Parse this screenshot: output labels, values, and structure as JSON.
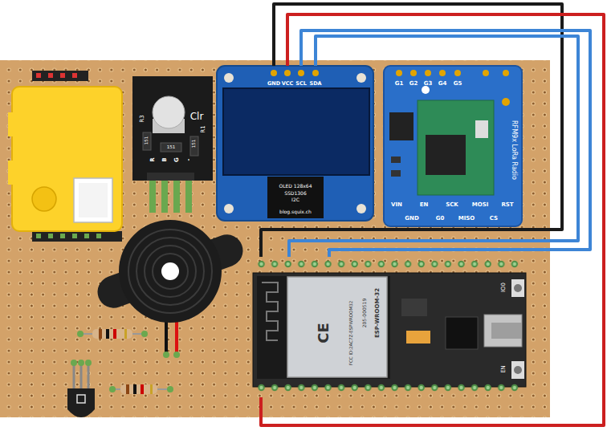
{
  "diagram": {
    "nodes": [
      {
        "text": [
          "Clr",
          "R3",
          "151",
          "R1",
          "151",
          "151",
          "R",
          "B",
          "G",
          "-"
        ]
      },
      {
        "text": [
          "GND",
          "VCC",
          "SCL",
          "SDA",
          "OLED 128x64",
          "SSD1306",
          "I2C",
          "blog.squix.ch"
        ]
      },
      {
        "text": [
          "G1",
          "G2",
          "G3",
          "G4",
          "G5",
          "RFM9x LoRa Radio",
          "VIN",
          "EN",
          "SCK",
          "MOSI",
          "RST",
          "GND",
          "G0",
          "MISO",
          "CS"
        ]
      },
      {
        "text": [
          "IO0",
          "EN"
        ]
      },
      {
        "text": [
          "ESP-WROOM-32",
          "205-000519",
          "FCC ID:2AC7Z-ESPWROOM32",
          "CE"
        ],
        "in": 3
      }
    ],
    "edges": [
      {
        "from": 1,
        "to": 3,
        "arrow": "none"
      },
      {
        "from": 1,
        "to": 3,
        "arrow": "none"
      },
      {
        "from": 1,
        "to": 3,
        "arrow": "none"
      },
      {
        "from": 1,
        "to": 3,
        "arrow": "none"
      }
    ]
  }
}
